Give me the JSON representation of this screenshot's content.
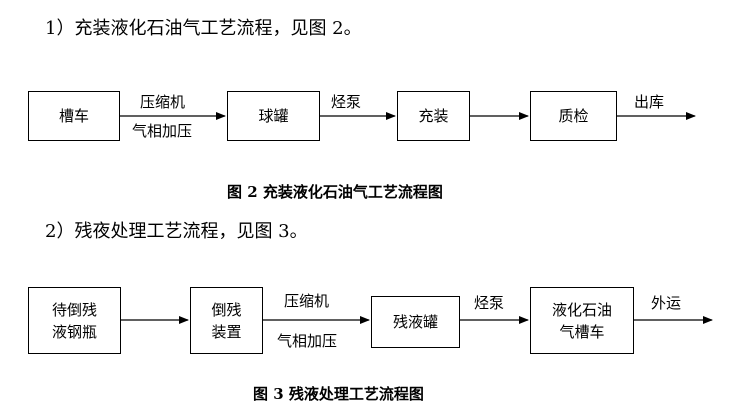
{
  "section1": {
    "heading": "1）充装液化石油气工艺流程，见图 2。",
    "nodes": [
      "槽车",
      "球罐",
      "充装",
      "质检"
    ],
    "edge_labels": {
      "a_top": "压缩机",
      "a_bottom": "气相加压",
      "b_top": "烃泵",
      "d_top": "出库"
    },
    "caption": "图 2    充装液化石油气工艺流程图"
  },
  "section2": {
    "heading": "2）残夜处理工艺流程，见图 3。",
    "nodes": [
      {
        "line1": "待倒残",
        "line2": "液钢瓶"
      },
      {
        "line1": "倒残",
        "line2": "装置"
      },
      {
        "line1": "残液罐",
        "line2": ""
      },
      {
        "line1": "液化石油",
        "line2": "气槽车"
      }
    ],
    "edge_labels": {
      "b_top": "压缩机",
      "b_bottom": "气相加压",
      "c_top": "烃泵",
      "d_top": "外运"
    },
    "caption": "图 3    残液处理工艺流程图"
  }
}
